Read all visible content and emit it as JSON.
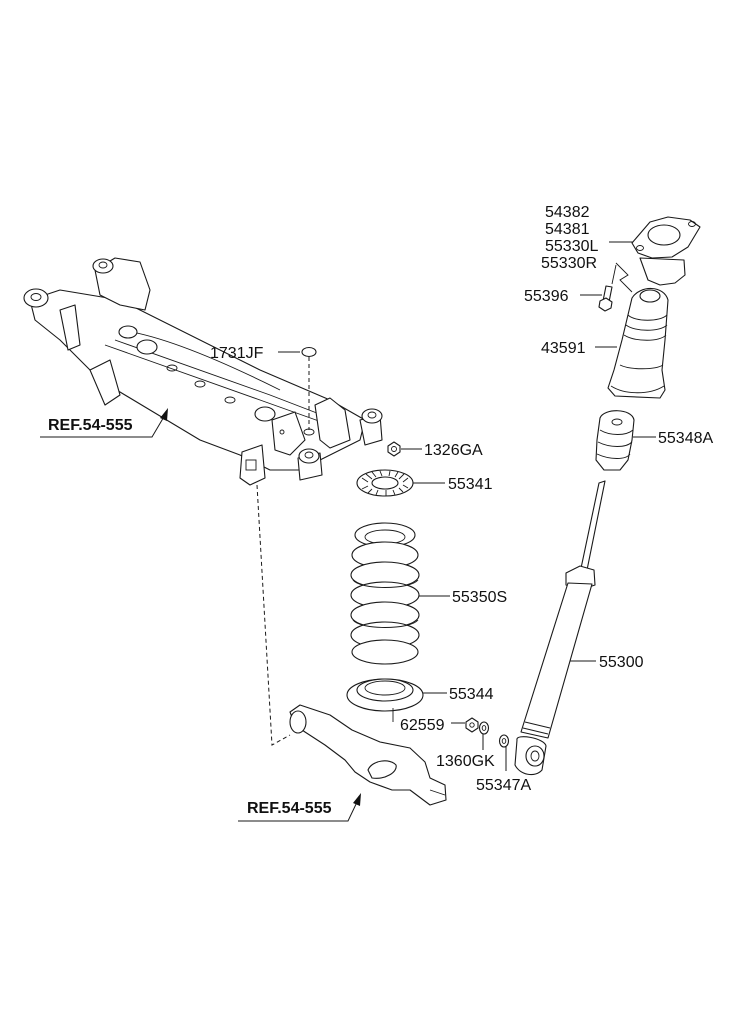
{
  "diagram": {
    "title": "Rear suspension exploded parts diagram",
    "references": [
      {
        "id": "ref-subframe",
        "label": "REF.54-555"
      },
      {
        "id": "ref-lower-arm",
        "label": "REF.54-555"
      }
    ],
    "parts": [
      {
        "id": "upper-mount",
        "labels": [
          "54382",
          "54381",
          "55330L",
          "55330R"
        ]
      },
      {
        "id": "bolt",
        "label": "55396"
      },
      {
        "id": "dust-cover",
        "label": "43591"
      },
      {
        "id": "plug",
        "label": "1731JF"
      },
      {
        "id": "nut-top",
        "label": "1326GA"
      },
      {
        "id": "upper-spring-pad",
        "label": "55341"
      },
      {
        "id": "bump-stopper",
        "label": "55348A"
      },
      {
        "id": "coil-spring",
        "label": "55350S"
      },
      {
        "id": "shock-absorber",
        "label": "55300"
      },
      {
        "id": "lower-spring-pad",
        "label": "55344"
      },
      {
        "id": "nut-lower",
        "label": "62559"
      },
      {
        "id": "washer",
        "label": "1360GK"
      },
      {
        "id": "shock-washer",
        "label": "55347A"
      }
    ]
  }
}
